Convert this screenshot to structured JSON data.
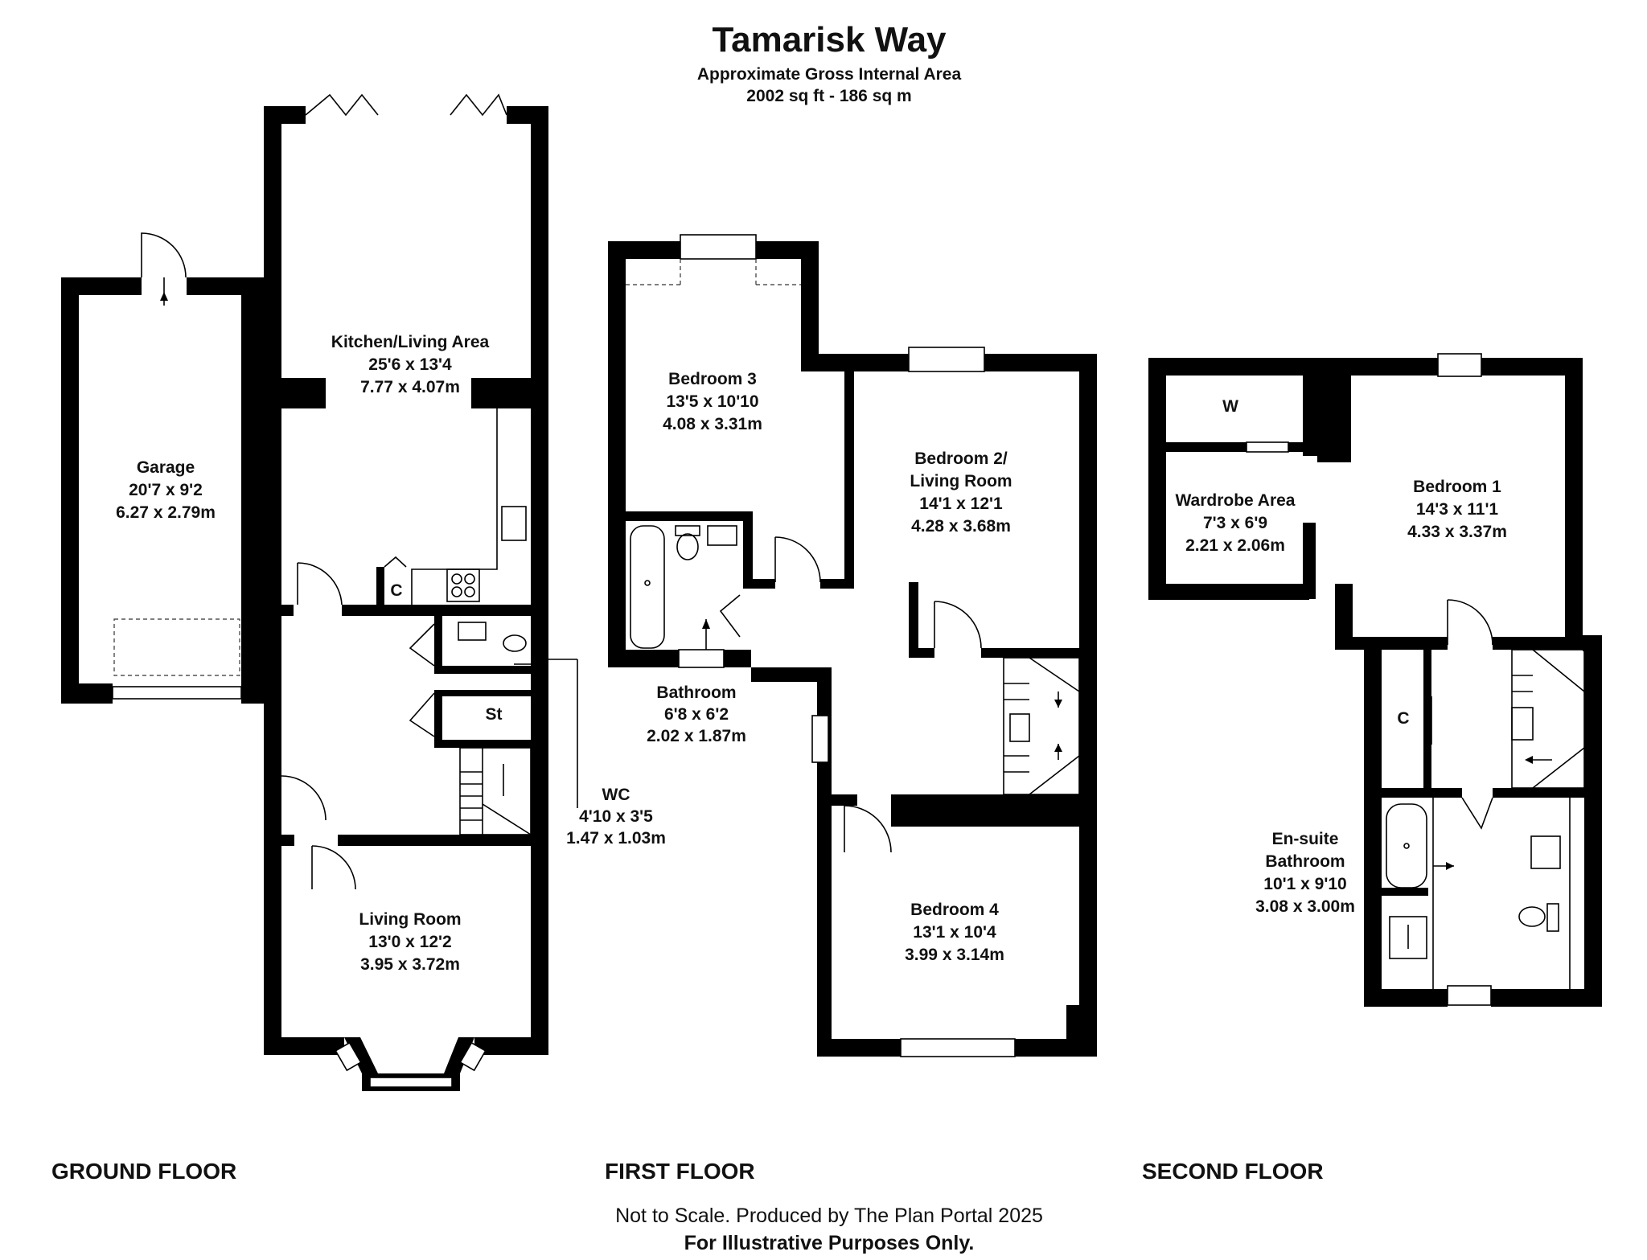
{
  "header": {
    "title": "Tamarisk Way",
    "subtitle": "Approximate Gross Internal Area",
    "area": "2002 sq ft - 186 sq m"
  },
  "floors": {
    "ground": {
      "label": "GROUND FLOOR",
      "kitchen": {
        "name": "Kitchen/Living Area",
        "imperial": "25'6 x 13'4",
        "metric": "7.77 x 4.07m"
      },
      "garage": {
        "name": "Garage",
        "imperial": "20'7 x 9'2",
        "metric": "6.27 x 2.79m"
      },
      "living": {
        "name": "Living Room",
        "imperial": "13'0 x 12'2",
        "metric": "3.95 x 3.72m"
      },
      "wc": {
        "name": "WC",
        "imperial": "4'10 x 3'5",
        "metric": "1.47 x 1.03m"
      },
      "cupboard": "C",
      "store": "St"
    },
    "first": {
      "label": "FIRST FLOOR",
      "bed3": {
        "name": "Bedroom 3",
        "imperial": "13'5 x 10'10",
        "metric": "4.08 x 3.31m"
      },
      "bed2": {
        "name": "Bedroom 2/",
        "name2": "Living Room",
        "imperial": "14'1 x 12'1",
        "metric": "4.28 x 3.68m"
      },
      "bath": {
        "name": "Bathroom",
        "imperial": "6'8 x 6'2",
        "metric": "2.02 x 1.87m"
      },
      "bed4": {
        "name": "Bedroom 4",
        "imperial": "13'1 x 10'4",
        "metric": "3.99 x 3.14m"
      }
    },
    "second": {
      "label": "SECOND FLOOR",
      "wardrobe": "W",
      "wardrobe_area": {
        "name": "Wardrobe Area",
        "imperial": "7'3 x 6'9",
        "metric": "2.21 x 2.06m"
      },
      "bed1": {
        "name": "Bedroom 1",
        "imperial": "14'3 x 11'1",
        "metric": "4.33 x 3.37m"
      },
      "cupboard": "C",
      "ensuite": {
        "name": "En-suite",
        "name2": "Bathroom",
        "imperial": "10'1 x 9'10",
        "metric": "3.08 x 3.00m"
      }
    }
  },
  "footer": {
    "line1": "Not to Scale. Produced by The Plan Portal 2025",
    "line2": "For Illustrative Purposes Only."
  }
}
